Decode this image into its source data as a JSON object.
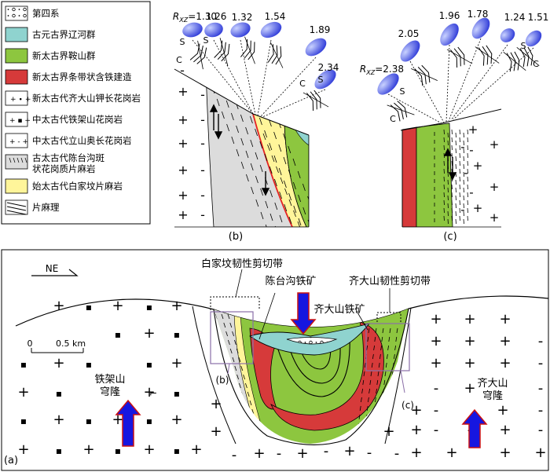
{
  "legend": [
    {
      "key": "quaternary",
      "label": "第四系"
    },
    {
      "key": "liaohe",
      "label": "古元古界辽河群",
      "color": "#8fd3cf"
    },
    {
      "key": "anshan",
      "label": "新太古界鞍山群",
      "color": "#8dc63f"
    },
    {
      "key": "bif",
      "label": "新太古界条带状含铁建造",
      "color": "#d63a3a"
    },
    {
      "key": "qidashan_granite",
      "label": "新太古代齐大山钾长花岗岩"
    },
    {
      "key": "tiejiashan_granite",
      "label": "中太古代铁架山花岗岩"
    },
    {
      "key": "lishan_granite",
      "label": "中太古代立山奥长花岗岩"
    },
    {
      "key": "chentaigou",
      "label": "古太古代陈台沟斑状花岗质片麻岩",
      "color": "#dcdcdc"
    },
    {
      "key": "baijiafen",
      "label": "始太古代白家坟片麻岩",
      "color": "#fff59a"
    },
    {
      "key": "foliation",
      "label": "片麻理"
    }
  ],
  "panel_b": {
    "label": "(b)",
    "rxz_prefix": "R",
    "rxz_subscript": "XZ",
    "rxz_values": [
      "=1.30",
      "1.26",
      "1.32",
      "1.54",
      "1.89",
      "2.34"
    ],
    "sense_s": "S",
    "sense_c": "C"
  },
  "panel_c": {
    "label": "(c)",
    "rxz_values": [
      "=2.38",
      "2.05",
      "1.96",
      "1.78",
      "1.24",
      "1.51"
    ],
    "sense_s": "S",
    "sense_c": "C"
  },
  "panel_a": {
    "label": "(a)",
    "ne": "NE",
    "scale_0": "0",
    "scale_len": "0.5 km",
    "baijiafen_zone": "白家坟韧性剪切带",
    "chentaigou_mine": "陈台沟铁矿",
    "qidashan_zone": "齐大山韧性剪切带",
    "qidashan_mine": "齐大山铁矿",
    "tiejiashan_dome": [
      "铁架山",
      "穹隆"
    ],
    "qidashan_dome": [
      "齐大山",
      "穹隆"
    ],
    "inset_b": "(b)",
    "inset_c": "(c)"
  },
  "colors": {
    "ellipse_light": "#c9d2ff",
    "ellipse_dark": "#2e3ad8",
    "arrow_blue": "#1616e0",
    "arrow_edge": "#cc1111",
    "box": "#8a6fa8"
  }
}
